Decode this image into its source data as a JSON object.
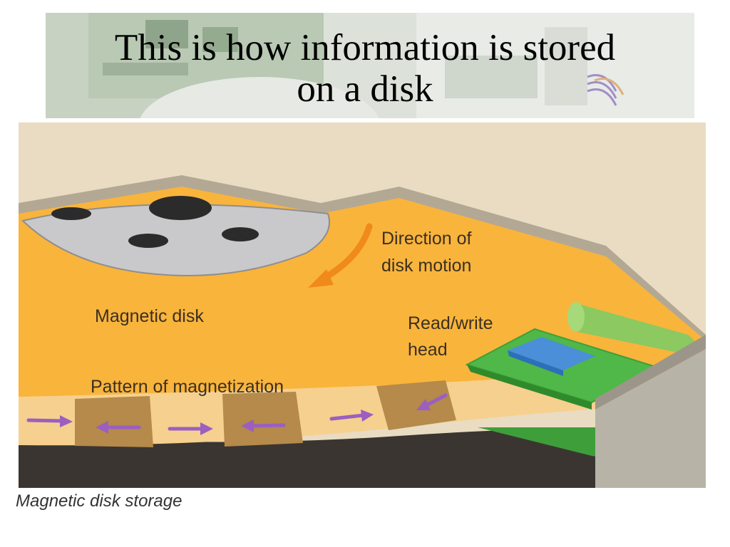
{
  "slide": {
    "title_line1": "This is how information is stored",
    "title_line2": "on a disk"
  },
  "diagram": {
    "labels": {
      "direction_line1": "Direction of",
      "direction_line2": "disk motion",
      "magnetic_disk": "Magnetic disk",
      "head_line1": "Read/write",
      "head_line2": "head",
      "pattern": "Pattern of magnetization"
    },
    "caption": "Magnetic disk storage",
    "colors": {
      "disk": "#f9b43c",
      "arrow_motion": "#f08a1a",
      "arrow_magnetization": "#9b5fc0",
      "head": "#4fb848",
      "head_chip": "#4a8fd8"
    }
  }
}
